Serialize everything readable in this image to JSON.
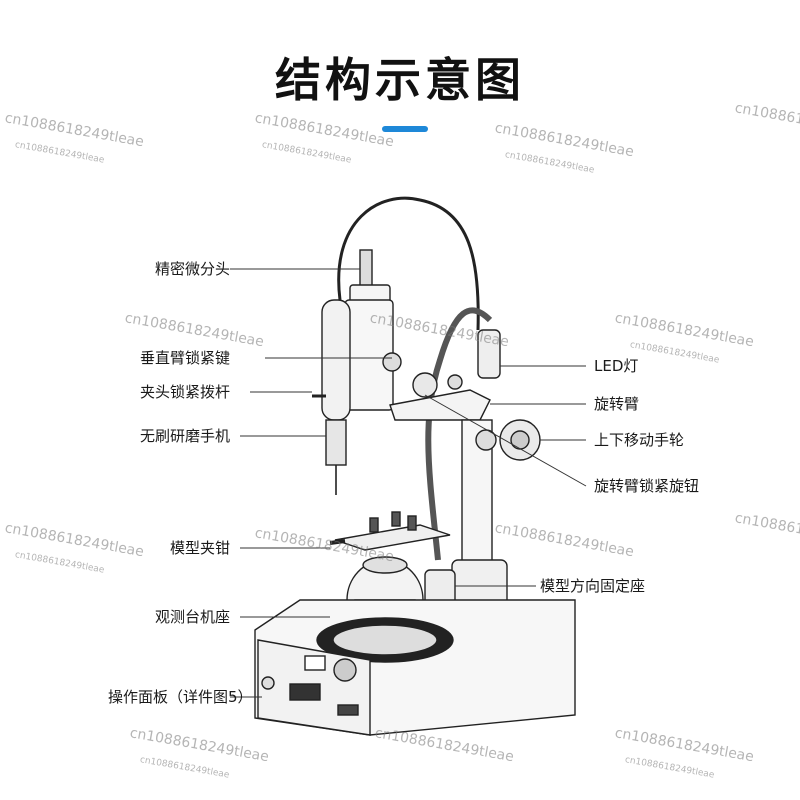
{
  "title": "结构示意图",
  "accent_color": "#1e88d8",
  "labels": {
    "micrometer": "精密微分头",
    "lift_arm_lock": "垂直臂锁紧键",
    "chuck_lever": "夹头锁紧拨杆",
    "grinder": "无刷研磨手机",
    "model_clamp": "模型夹钳",
    "base": "观测台机座",
    "panel": "操作面板（详件图5）",
    "led": "LED灯",
    "rotating_arm": "旋转臂",
    "hand_wheel": "上下移动手轮",
    "arm_lock_knob": "旋转臂锁紧旋钮",
    "model_seat": "模型方向固定座"
  },
  "watermark": "cn1088618249tleae"
}
